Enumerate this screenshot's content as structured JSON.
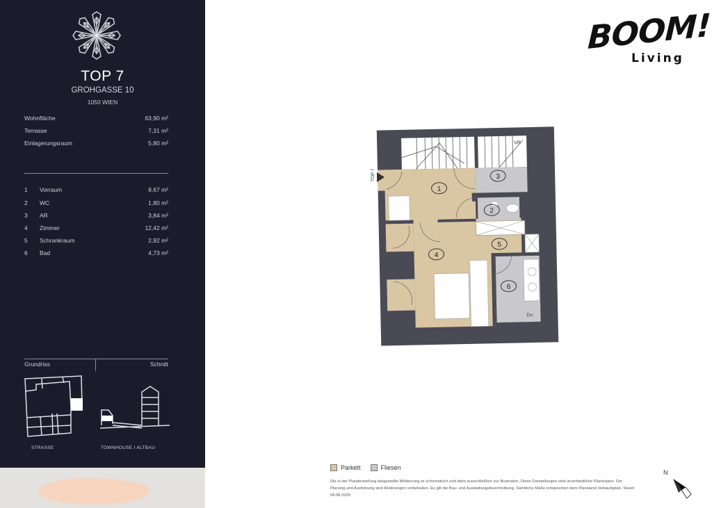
{
  "sidebar": {
    "emblem_icon": "geometric-star-emblem-icon",
    "title": "TOP 7",
    "street": "GROHGASSE 10",
    "city": "1050 WIEN",
    "areas": [
      {
        "label": "Wohnfläche",
        "value": "63,90 m²"
      },
      {
        "label": "Terrasse",
        "value": "7,31 m²"
      },
      {
        "label": "Einlagerungsraum",
        "value": "5,80 m²"
      }
    ],
    "rooms": [
      {
        "num": "1",
        "label": "Vorraum",
        "value": "8,67 m²"
      },
      {
        "num": "2",
        "label": "WC",
        "value": "1,80 m²"
      },
      {
        "num": "3",
        "label": "AR",
        "value": "3,84 m²"
      },
      {
        "num": "4",
        "label": "Zimmer",
        "value": "12,42 m²"
      },
      {
        "num": "5",
        "label": "Schrankraum",
        "value": "2,92 m²"
      },
      {
        "num": "6",
        "label": "Bad",
        "value": "4,73 m²"
      }
    ],
    "mini_plans": {
      "left_heading": "Grundriss",
      "right_heading": "Schnitt",
      "left_caption": "STRASSE",
      "right_caption": "TOWNHOUSE  I ALTBAU"
    }
  },
  "logo": {
    "brand": "BOOM!",
    "sub": "Living"
  },
  "floorplan": {
    "unit_label": "TOP 7",
    "room_markers": [
      "1",
      "2",
      "3",
      "4",
      "5",
      "6"
    ],
    "colors": {
      "wall": "#4a4a55",
      "parquet": "#d9c6a3",
      "tiles": "#c9c9cc"
    }
  },
  "legend": {
    "items": [
      {
        "label": "Parkett",
        "color": "#d9c6a3"
      },
      {
        "label": "Fliesen",
        "color": "#c9c9cc"
      }
    ]
  },
  "disclaimer": "Die in der Planderstellung dargestellte Möblierung ist schematisch und dient ausschließlich zur Illustration. Diese Darstellungen sind unverbindliche Plankopien. Der Planung und Ausführung sind Änderungen vorbehalten. Es gilt die Bau- und Ausstattungsbeschreibung. Sämtliche Maße entsprechen dem Planstand Verkaufsplan. Stand: 08.08.2025",
  "north_arrow": {
    "label": "N"
  }
}
